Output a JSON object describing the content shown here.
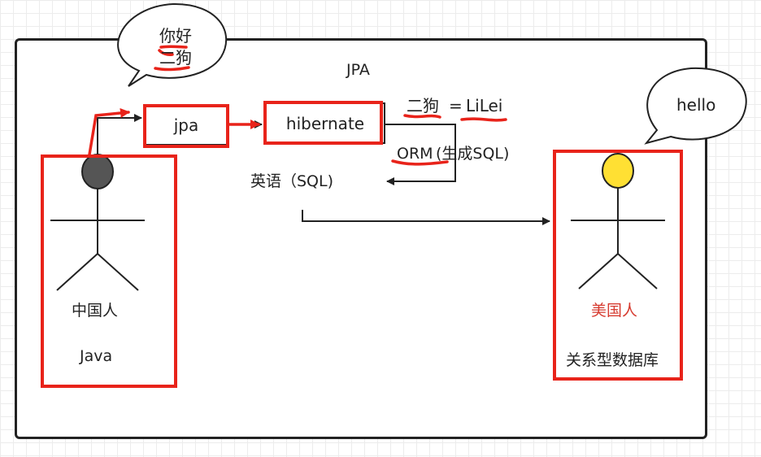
{
  "diagram": {
    "title": "JPA",
    "chinese_person": {
      "name": "中国人",
      "language": "Java"
    },
    "american_person": {
      "name": "美国人",
      "database": "关系型数据库"
    },
    "jpa_node": "jpa",
    "hibernate_node": "hibernate",
    "mapping_note": {
      "lhs": "二狗",
      "eq": "=",
      "rhs": "LiLei"
    },
    "orm_note": {
      "orm": "ORM",
      "rest": "(生成SQL)"
    },
    "english_note": "英语（SQL)",
    "speech_left": {
      "line1": "你好",
      "line2": "二狗"
    },
    "speech_right": "hello"
  },
  "colors": {
    "highlight": "#e8231a",
    "ink": "#222222",
    "left_head": "#555555",
    "right_head": "#ffe033",
    "american_label": "#d63a2f"
  }
}
